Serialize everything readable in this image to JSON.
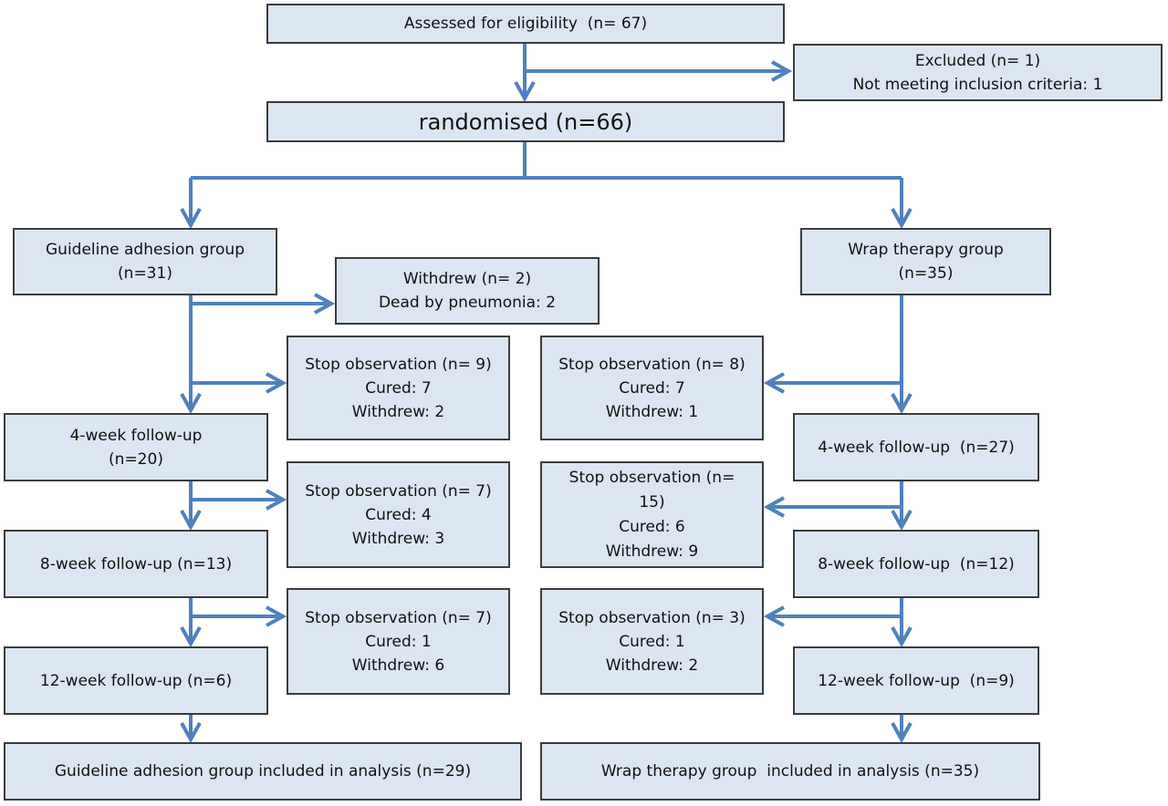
{
  "colors": {
    "box_fill": "#dce6f2",
    "box_border": "#3c3c3c",
    "arrow": "#4f81bd"
  },
  "enrollment": {
    "assessed": "Assessed for eligibility  (n= 67)",
    "excluded": [
      "Excluded (n= 1)",
      "Not meeting inclusion criteria: 1"
    ],
    "randomised": "randomised (n=66)"
  },
  "left": {
    "group": [
      "Guideline adhesion group",
      "(n=31)"
    ],
    "withdrew": [
      "Withdrew (n= 2)",
      "Dead by pneumonia: 2"
    ],
    "stop1": [
      "Stop observation (n= 9)",
      "Cured: 7",
      "Withdrew: 2"
    ],
    "week4": [
      "4-week follow-up",
      "(n=20)"
    ],
    "stop2": [
      "Stop observation (n= 7)",
      "Cured: 4",
      "Withdrew: 3"
    ],
    "week8": "8-week follow-up (n=13)",
    "stop3": [
      "Stop observation (n= 7)",
      "Cured: 1",
      "Withdrew: 6"
    ],
    "week12": "12-week follow-up (n=6)",
    "analysis": "Guideline adhesion group included in analysis (n=29)"
  },
  "right": {
    "group": [
      "Wrap therapy group",
      "(n=35)"
    ],
    "stop1": [
      "Stop observation (n= 8)",
      "Cured: 7",
      "Withdrew: 1"
    ],
    "week4": "4-week follow-up  (n=27)",
    "stop2": [
      "Stop observation (n=",
      "15)",
      "Cured: 6",
      "Withdrew: 9"
    ],
    "week8": "8-week follow-up  (n=12)",
    "stop3": [
      "Stop observation (n= 3)",
      "Cured: 1",
      "Withdrew: 2"
    ],
    "week12": "12-week follow-up  (n=9)",
    "analysis": "Wrap therapy group  included in analysis (n=35)"
  }
}
